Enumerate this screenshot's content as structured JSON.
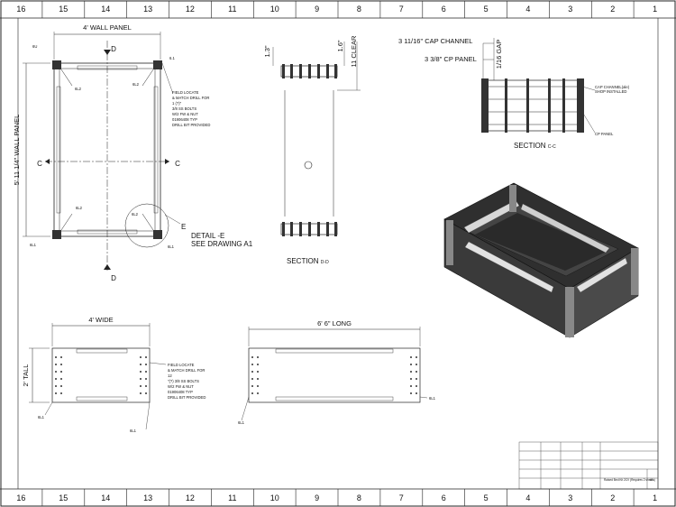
{
  "sheet": {
    "zones_columns": [
      "16",
      "15",
      "14",
      "13",
      "12",
      "11",
      "10",
      "9",
      "8",
      "7",
      "6",
      "5",
      "4",
      "3",
      "2",
      "1"
    ]
  },
  "plan_view": {
    "width_dim": "4' WALL PANEL",
    "height_dim": "5' 11 1/4\" WALL PANEL",
    "section_mark": "D",
    "section_mark_side": "C",
    "callouts": [
      "6U",
      "6.1",
      "6L2",
      "6L2",
      "6L2",
      "6L2",
      "6L1",
      "6L1"
    ],
    "note_lines": [
      "FIELD LOCATE",
      "& MATCH DRILL FOR",
      "1 (?)\"",
      "3/8 SS BOLTS",
      "W/2 FW & NUT",
      "01906408 TYP",
      "DRILL BIT PROVIDED"
    ],
    "detail_label": "E",
    "detail_text_1": "DETAIL -E",
    "detail_text_2": "SEE DRAWING A1"
  },
  "section_dd": {
    "label": "SECTION",
    "sublabel": "D-D",
    "dim_top": "1.3\"",
    "dim_right_1": "1.6\"",
    "dim_right_2": "11 CLEAR"
  },
  "section_cc": {
    "dim_1": "3 11/16\" CAP CHANNEL",
    "dim_2": "3 3/8\" CP PANEL",
    "dim_3": "1/16 GAP",
    "note_1a": "CAP CHANNEL(ale)",
    "note_1b": "SHOP INSTALLED",
    "note_2": "CP PANEL",
    "label": "SECTION",
    "sublabel": "C-C"
  },
  "front_view": {
    "width_dim": "4' WIDE",
    "height_dim": "2' TALL",
    "callouts": [
      "6L1",
      "6L1"
    ],
    "note_lines": [
      "FIELD LOCATE",
      "& MATCH DRILL FOR",
      "12",
      "\"(?)  3/8 SS BOLTS",
      "W/2 FW & NUT",
      "01906408 TYP",
      "DRILL BIT PROVIDED"
    ]
  },
  "side_view": {
    "length_dim": "6' 6\" LONG",
    "callouts": [
      "6L1",
      "6L1"
    ]
  },
  "title_block": {
    "title": "Raised Bed Kit 2CV (Requires 2 sheets)",
    "sheet_no": "A1"
  }
}
